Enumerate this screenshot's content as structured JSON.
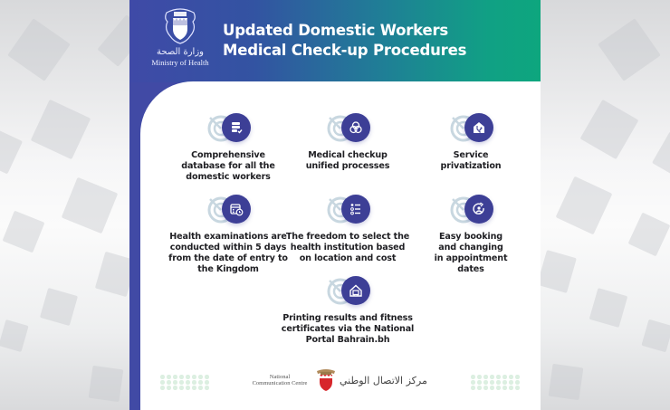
{
  "header": {
    "title_line1": "Updated Domestic Workers",
    "title_line2": "Medical Check-up Procedures",
    "logo": {
      "arabic_text": "وزارة الصحة",
      "english_text": "Ministry of Health"
    }
  },
  "features": [
    {
      "icon": "database-check-icon",
      "label_lines": [
        "Comprehensive",
        "database for all the",
        "domestic workers"
      ]
    },
    {
      "icon": "unified-processes-icon",
      "label_lines": [
        "Medical checkup",
        "unified processes"
      ]
    },
    {
      "icon": "clinic-stethoscope-icon",
      "label_lines": [
        "Service",
        "privatization"
      ]
    },
    {
      "icon": "calendar-clock-icon",
      "label_lines": [
        "Health examinations are",
        "conducted within 5 days",
        "from the date of entry to",
        "the Kingdom"
      ]
    },
    {
      "icon": "checklist-icon",
      "label_lines": [
        "The freedom to select the",
        "health institution based",
        "on location and cost"
      ]
    },
    {
      "icon": "refresh-person-icon",
      "label_lines": [
        "Easy booking",
        "and changing",
        "in appointment",
        "dates"
      ]
    },
    {
      "icon": "printer-certificate-icon",
      "label_lines": [
        "Printing results and fitness",
        "certificates via the National",
        "Portal Bahrain.bh"
      ]
    }
  ],
  "footer": {
    "ncc_english_line1": "National",
    "ncc_english_line2": "Communication Centre",
    "ncc_arabic": "مركز الاتصال الوطني"
  },
  "colors": {
    "header_gradient_start": "#3f4aa7",
    "header_gradient_end": "#0ea67e",
    "side_strip": "#414aa5",
    "icon_circle": "#3d3f96",
    "label_text": "#1f1f23",
    "dot_color": "#dcefe1"
  }
}
